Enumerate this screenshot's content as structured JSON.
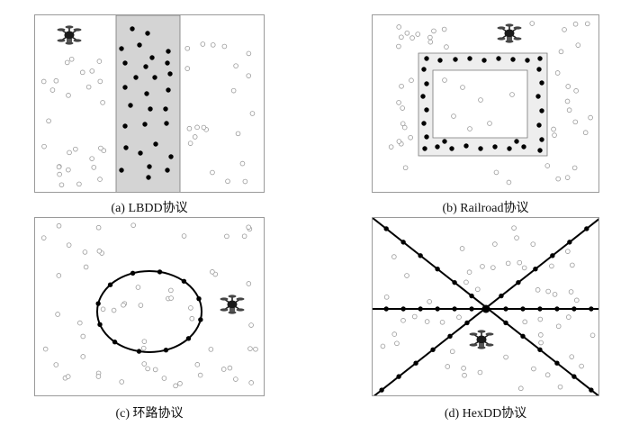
{
  "panels": [
    {
      "id": "a",
      "caption": "(a) LBDD协议",
      "protocol": "LBDD",
      "structure": "vertical-band",
      "band_color": "#d4d4d4"
    },
    {
      "id": "b",
      "caption": "(b) Railroad协议",
      "protocol": "Railroad",
      "structure": "rectangular-ring",
      "band_color": "#eeeeee"
    },
    {
      "id": "c",
      "caption": "(c) 环路协议",
      "protocol": "环路",
      "structure": "circular-loop"
    },
    {
      "id": "d",
      "caption": "(d) HexDD协议",
      "protocol": "HexDD",
      "structure": "hexagonal-lines"
    }
  ],
  "colors": {
    "sensor_node": "#9a9a9a",
    "storage_node": "#000000",
    "panel_border": "#9a9a9a",
    "line": "#000000"
  },
  "icons": {
    "sink": "drone-icon"
  }
}
